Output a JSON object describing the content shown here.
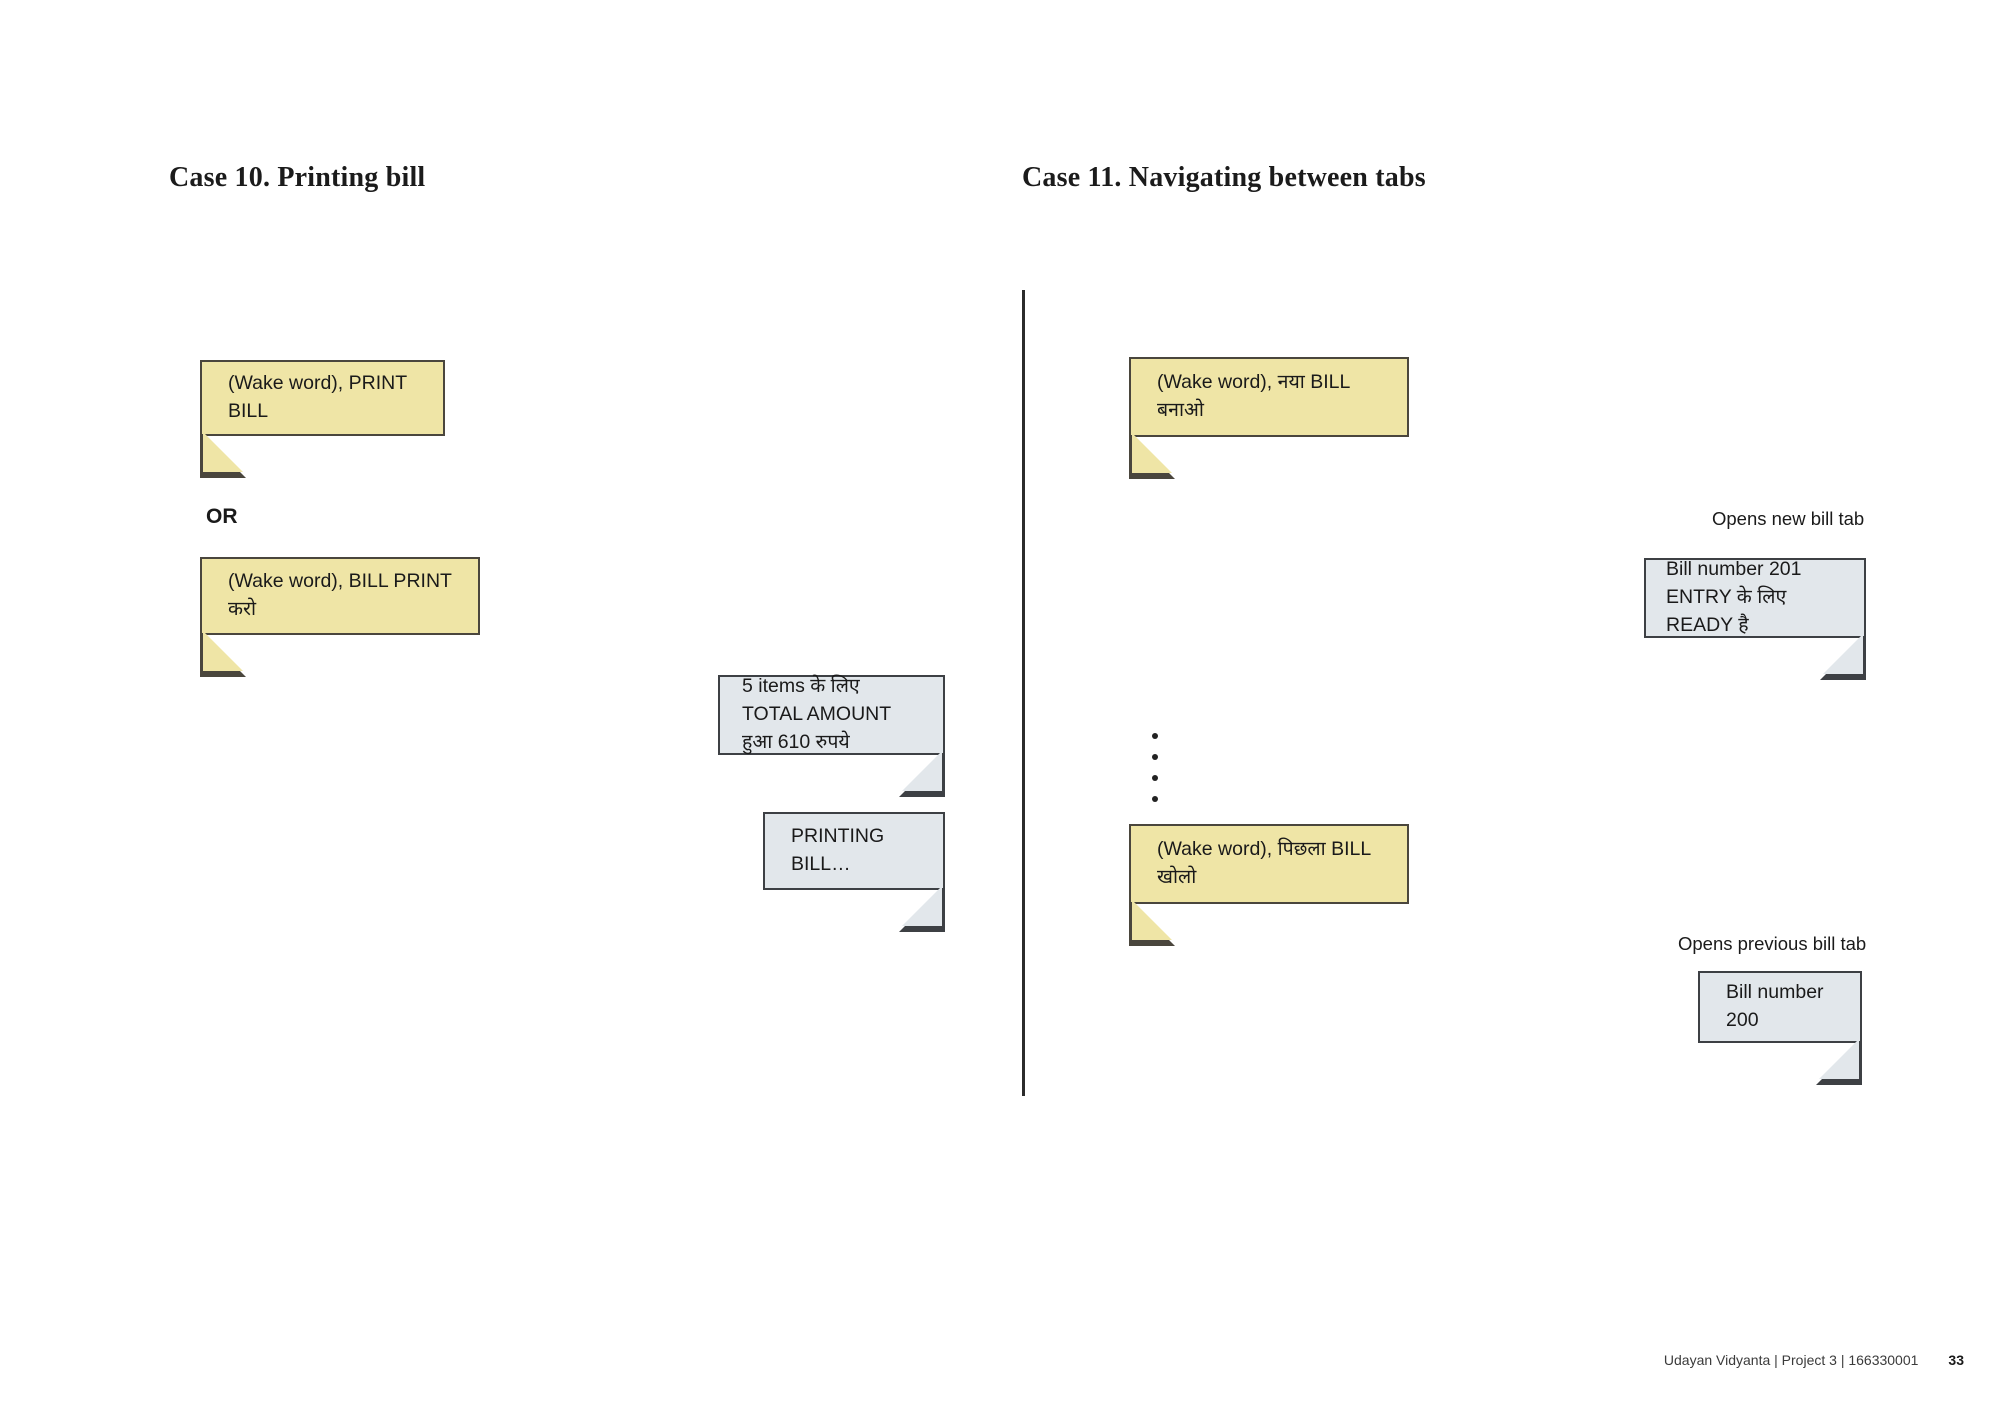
{
  "page": {
    "number": "33",
    "footer_credit": "Udayan Vidyanta | Project 3 | 166330001",
    "background_color": "#ffffff"
  },
  "colors": {
    "user_bubble_fill": "#EFE5A6",
    "user_bubble_border": "#4a463d",
    "system_bubble_fill": "#E2E7EB",
    "system_bubble_border": "#3d4044",
    "text": "#1a1a1a",
    "divider": "#2b2b2b"
  },
  "cases": [
    {
      "heading": "Case 10. Printing bill",
      "or_label": "OR",
      "bubbles": [
        {
          "speaker": "user",
          "text": "(Wake word), PRINT BILL"
        },
        {
          "speaker": "user",
          "text": "(Wake word), BILL PRINT करो"
        },
        {
          "speaker": "system",
          "text": "5 items के लिए TOTAL AMOUNT हुआ 610 रुपये"
        },
        {
          "speaker": "system",
          "text": "PRINTING BILL…"
        }
      ]
    },
    {
      "heading": "Case 11. Navigating between tabs",
      "notes": [
        "Opens new bill tab",
        "Opens previous bill tab"
      ],
      "bubbles": [
        {
          "speaker": "user",
          "text": "(Wake word), नया BILL बनाओ"
        },
        {
          "speaker": "system",
          "text": "Bill number 201 ENTRY के लिए READY है"
        },
        {
          "speaker": "user",
          "text": "(Wake word), पिछला BILL खोलो"
        },
        {
          "speaker": "system",
          "text": "Bill number 200"
        }
      ],
      "ellipsis_dots": 4
    }
  ]
}
